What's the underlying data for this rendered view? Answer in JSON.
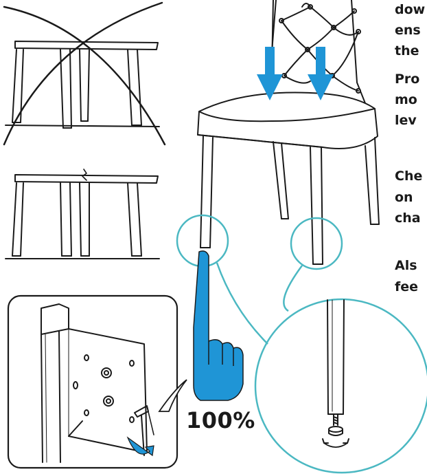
{
  "instructions": {
    "line1": "dow",
    "line2": "ens",
    "line3": "the",
    "line4": "Pro",
    "line5": "mo",
    "line6": "lev",
    "line7": "Che",
    "line8": "on",
    "line9": "cha",
    "line10": "Als",
    "line11": "fee"
  },
  "percent_label": "100%",
  "colors": {
    "arrow_blue": "#1f95d6",
    "hand_blue": "#1f95d6",
    "circle_teal": "#4bb8c2",
    "line_ink": "#1a1a1a"
  }
}
